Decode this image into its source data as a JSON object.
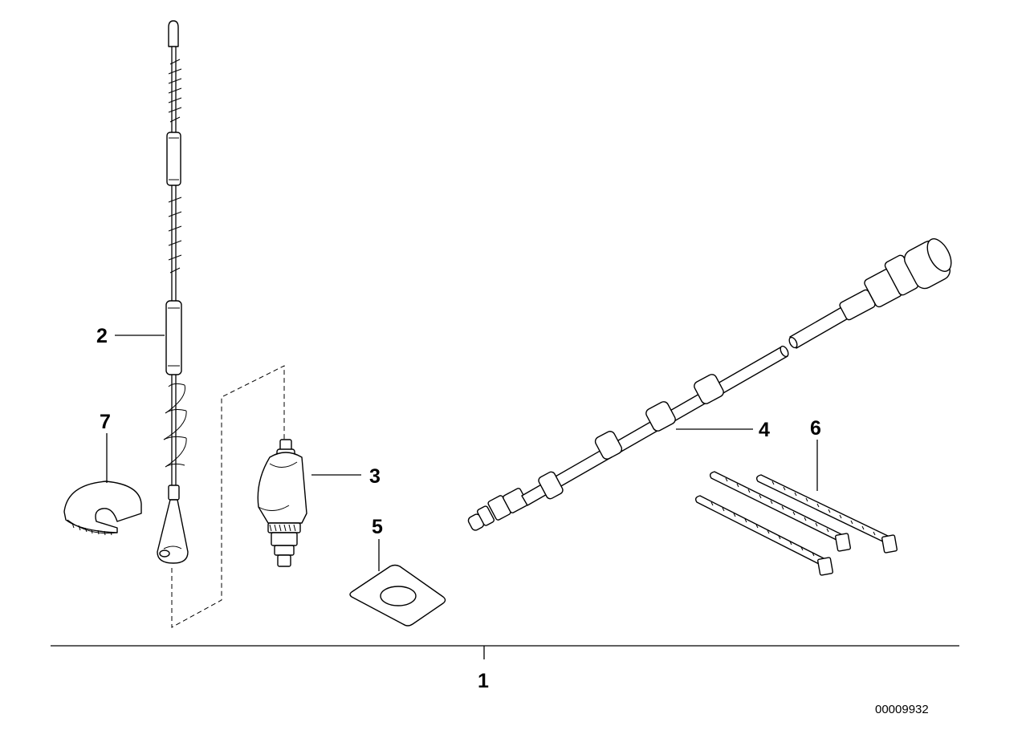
{
  "callouts": {
    "p1": "1",
    "p2": "2",
    "p3": "3",
    "p4": "4",
    "p5": "5",
    "p6": "6",
    "p7": "7"
  },
  "diagram_id": "00009932"
}
